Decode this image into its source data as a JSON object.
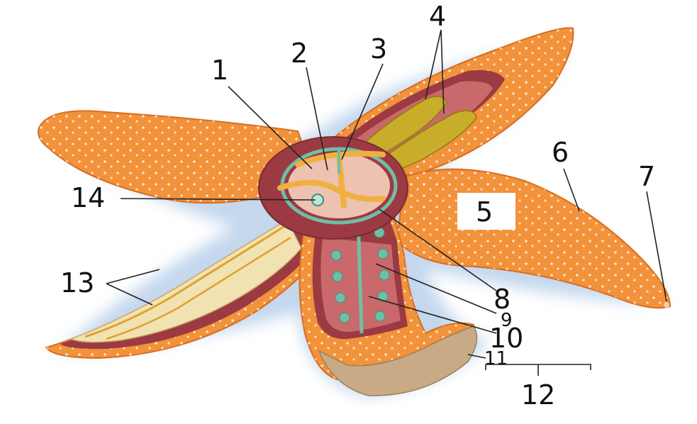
{
  "labels": {
    "l1": "1",
    "l2": "2",
    "l3": "3",
    "l4": "4",
    "l5": "5",
    "l6": "6",
    "l7": "7",
    "l8": "8",
    "l9": "9",
    "l10": "10",
    "l11": "11",
    "l12": "12",
    "l13": "13",
    "l14": "14"
  },
  "colors": {
    "skin": "#f2923a",
    "skin_dark": "#d96d1f",
    "inner_wall": "#9c3a43",
    "inner_fill": "#c9696b",
    "gonad": "#c7ad2a",
    "caeca": "#f1e2b2",
    "nerve": "#f0b040",
    "water_vascular": "#6fbfa5",
    "tube_feet": "#c8ab86"
  }
}
